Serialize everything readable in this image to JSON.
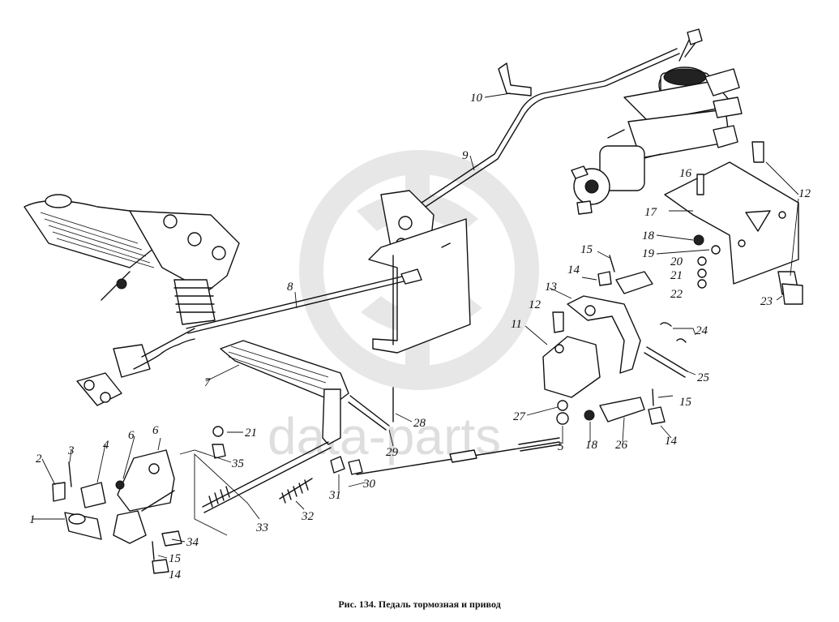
{
  "caption": "Рис. 134. Педаль тормозная и привод",
  "watermark": "data-parts",
  "labels": {
    "l1": "1",
    "l2": "2",
    "l3": "3",
    "l4": "4",
    "l5": "5",
    "l6a": "6",
    "l6b": "6",
    "l7": "7",
    "l8": "8",
    "l9": "9",
    "l10": "10",
    "l11": "11",
    "l12a": "12",
    "l12b": "12",
    "l13": "13",
    "l14a": "14",
    "l14b": "14",
    "l14c": "14",
    "l15a": "15",
    "l15b": "15",
    "l15c": "15",
    "l16": "16",
    "l17": "17",
    "l18a": "18",
    "l18b": "18",
    "l19": "19",
    "l20": "20",
    "l21a": "21",
    "l21b": "21",
    "l22": "22",
    "l23": "23",
    "l24": "24",
    "l25": "25",
    "l26": "26",
    "l27": "27",
    "l28": "28",
    "l29": "29",
    "l30": "30",
    "l31": "31",
    "l32": "32",
    "l33": "33",
    "l34": "34",
    "l35": "35"
  }
}
